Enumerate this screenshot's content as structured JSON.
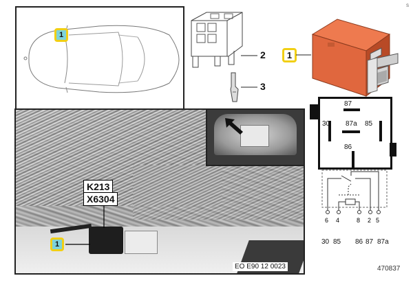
{
  "car_panel": {
    "callout": "1"
  },
  "parts": {
    "label_2": "2",
    "label_3": "3",
    "label_1": "1"
  },
  "pinout": {
    "pins": [
      "87",
      "30",
      "87a",
      "85",
      "86"
    ]
  },
  "schematic": {
    "pin_numbers": [
      "6",
      "4",
      "8",
      "2",
      "5"
    ],
    "terminal_labels": [
      "30",
      "85",
      "86",
      "87",
      "87a"
    ]
  },
  "photo": {
    "labels": [
      "K213",
      "X6304"
    ],
    "callout": "1",
    "code": "EO E90 12 0023"
  },
  "footer": {
    "ref_number": "470837",
    "corner_mark": "S"
  },
  "colors": {
    "relay_orange": "#e0673e",
    "callout_yellow": "#f1cf14",
    "callout_cyan": "#7ed3d9"
  }
}
